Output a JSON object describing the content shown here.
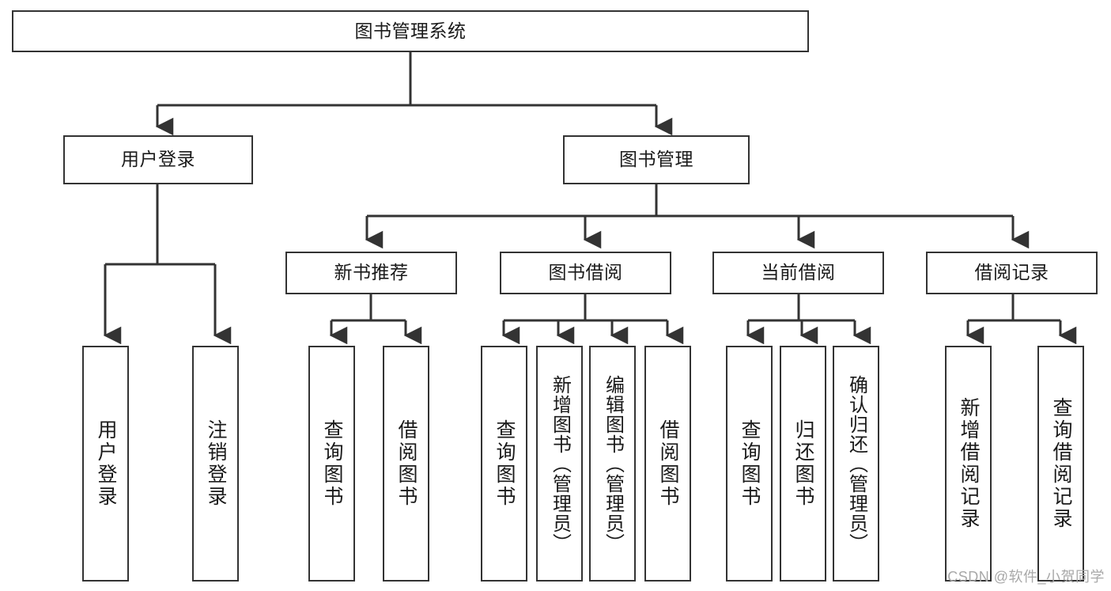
{
  "diagram": {
    "title": "图书管理系统",
    "type": "hierarchy-tree",
    "levels": {
      "root": {
        "label": "图书管理系统"
      },
      "level2": [
        {
          "label": "用户登录"
        },
        {
          "label": "图书管理"
        }
      ],
      "level3": [
        {
          "label": "新书推荐"
        },
        {
          "label": "图书借阅"
        },
        {
          "label": "当前借阅"
        },
        {
          "label": "借阅记录"
        }
      ],
      "leaves": {
        "user_login": [
          {
            "label": "用户登录"
          },
          {
            "label": "注销登录"
          }
        ],
        "new_book_recommend": [
          {
            "label": "查询图书"
          },
          {
            "label": "借阅图书"
          }
        ],
        "book_borrow": [
          {
            "label": "查询图书"
          },
          {
            "label": "新增图书（管理员）"
          },
          {
            "label": "编辑图书（管理员）"
          },
          {
            "label": "借阅图书"
          }
        ],
        "current_borrow": [
          {
            "label": "查询图书"
          },
          {
            "label": "归还图书"
          },
          {
            "label": "确认归还（管理员）"
          }
        ],
        "borrow_records": [
          {
            "label": "新增借阅记录"
          },
          {
            "label": "查询借阅记录"
          }
        ]
      }
    },
    "colors": {
      "background": "#ffffff",
      "box_fill": "#ffffff",
      "box_border": "#333333",
      "connector": "#333333",
      "text": "#1a1a1a",
      "watermark": "#a8a8a8"
    }
  },
  "watermark": {
    "text": "CSDN @软件_小贺同学"
  }
}
